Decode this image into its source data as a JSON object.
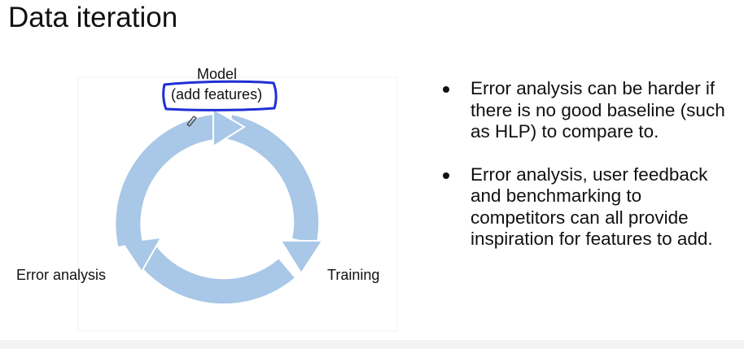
{
  "slide": {
    "title": "Data iteration"
  },
  "diagram": {
    "nodes": {
      "model": "Model",
      "model_annotation": "(add features)",
      "error_analysis": "Error analysis",
      "training": "Training"
    },
    "colors": {
      "cycle_fill": "#a9c7e6",
      "annotation_ink": "#1f2fd4"
    },
    "icons": [
      "pencil-cursor-icon"
    ]
  },
  "bullets": [
    "Error analysis can be harder if there is no good baseline (such as HLP) to compare to.",
    "Error analysis, user feedback and benchmarking to competitors can all provide inspiration for features to add."
  ]
}
